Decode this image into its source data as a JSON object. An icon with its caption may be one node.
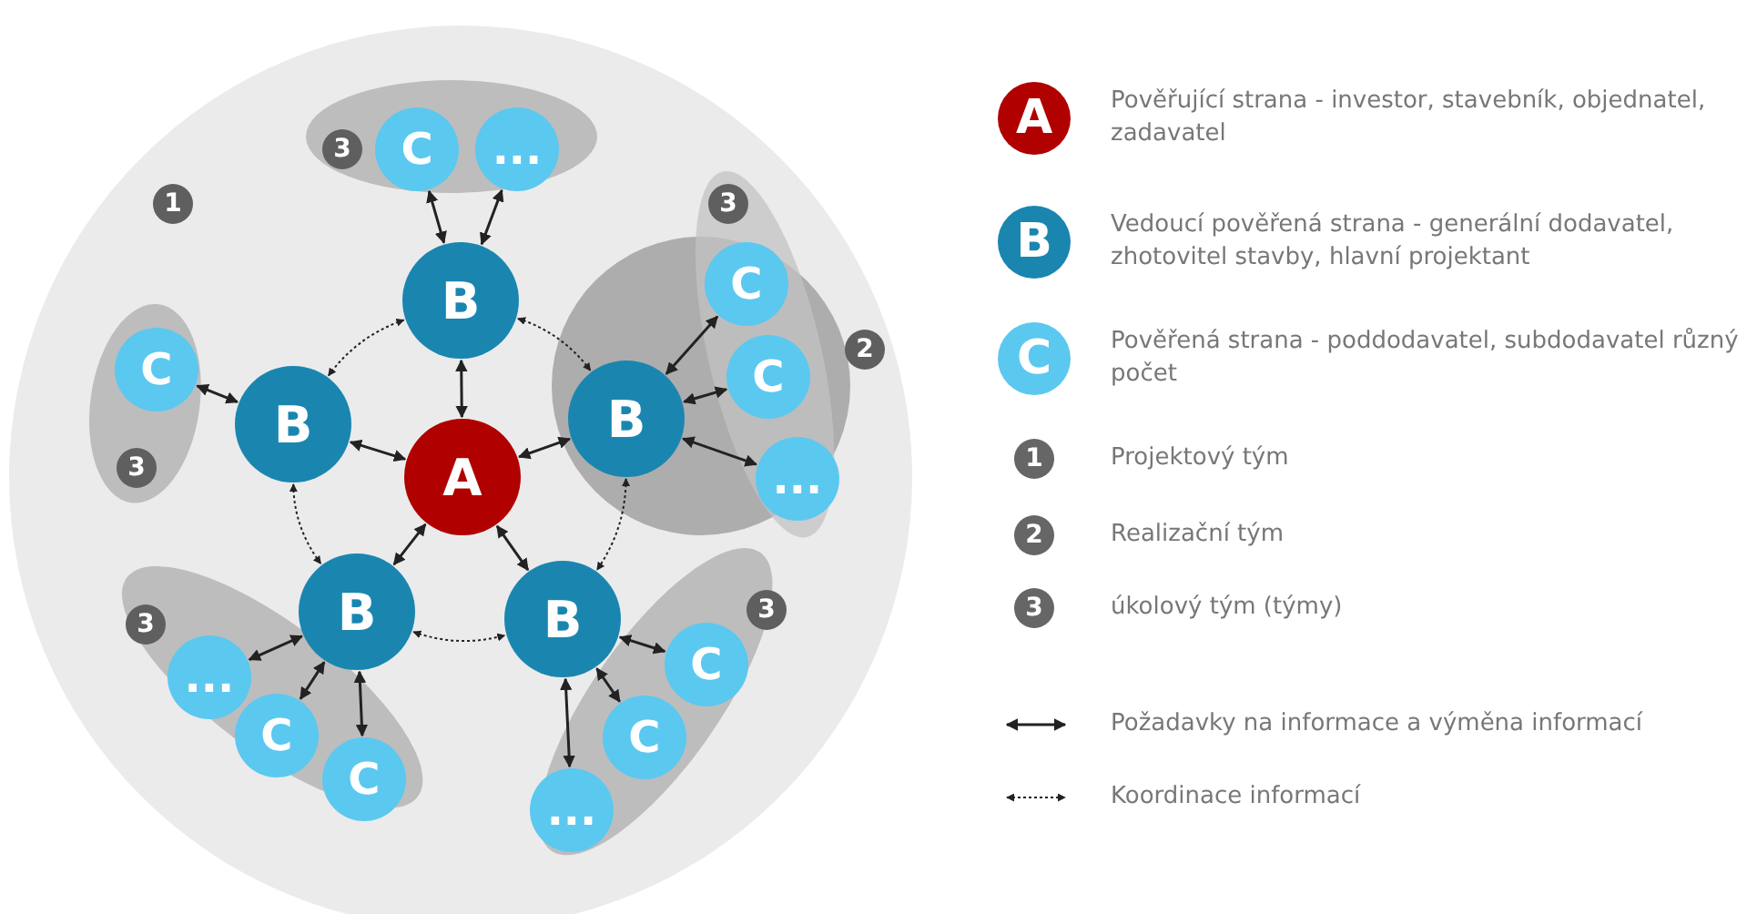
{
  "diagram": {
    "nodes": [
      {
        "text": [
          "1"
        ]
      },
      {
        "text": [
          "2"
        ],
        "in": 0
      },
      {
        "text": [
          "3"
        ],
        "in": 0
      },
      {
        "text": [
          "3"
        ],
        "in": 0
      },
      {
        "text": [
          "3"
        ],
        "in": 0
      },
      {
        "text": [
          "3"
        ],
        "in": 0
      },
      {
        "text": [
          "3"
        ],
        "in": 0
      },
      {
        "text": [
          "A"
        ],
        "in": 0
      },
      {
        "text": [
          "B"
        ],
        "in": 0
      },
      {
        "text": [
          "B"
        ],
        "in": 0
      },
      {
        "text": [
          "B"
        ],
        "in": 1
      },
      {
        "text": [
          "B"
        ],
        "in": 0
      },
      {
        "text": [
          "B"
        ],
        "in": 0
      },
      {
        "text": [
          "C"
        ],
        "in": 2
      },
      {
        "text": [
          "..."
        ],
        "in": 2
      },
      {
        "text": [
          "C"
        ],
        "in": 3
      },
      {
        "text": [
          "C"
        ],
        "in": 3
      },
      {
        "text": [
          "..."
        ],
        "in": 3
      },
      {
        "text": [
          "C"
        ],
        "in": 4
      },
      {
        "text": [
          "..."
        ],
        "in": 5
      },
      {
        "text": [
          "C"
        ],
        "in": 5
      },
      {
        "text": [
          "C"
        ],
        "in": 5
      },
      {
        "text": [
          "C"
        ],
        "in": 6
      },
      {
        "text": [
          "C"
        ],
        "in": 6
      },
      {
        "text": [
          "..."
        ],
        "in": 6
      }
    ],
    "edges": [
      {
        "from": 7,
        "to": 8,
        "arrow": "both"
      },
      {
        "from": 7,
        "to": 9,
        "arrow": "both"
      },
      {
        "from": 7,
        "to": 10,
        "arrow": "both"
      },
      {
        "from": 7,
        "to": 11,
        "arrow": "both"
      },
      {
        "from": 7,
        "to": 12,
        "arrow": "both"
      },
      {
        "from": 8,
        "to": 13,
        "arrow": "both"
      },
      {
        "from": 8,
        "to": 14,
        "arrow": "both"
      },
      {
        "from": 10,
        "to": 15,
        "arrow": "both"
      },
      {
        "from": 10,
        "to": 16,
        "arrow": "both"
      },
      {
        "from": 10,
        "to": 17,
        "arrow": "both"
      },
      {
        "from": 9,
        "to": 18,
        "arrow": "both"
      },
      {
        "from": 11,
        "to": 19,
        "arrow": "both"
      },
      {
        "from": 11,
        "to": 20,
        "arrow": "both"
      },
      {
        "from": 11,
        "to": 21,
        "arrow": "both"
      },
      {
        "from": 12,
        "to": 22,
        "arrow": "both"
      },
      {
        "from": 12,
        "to": 23,
        "arrow": "both"
      },
      {
        "from": 12,
        "to": 24,
        "arrow": "both"
      },
      {
        "from": 8,
        "to": 9,
        "arrow": "both",
        "style": "dashed"
      },
      {
        "from": 8,
        "to": 10,
        "arrow": "both",
        "style": "dashed"
      },
      {
        "from": 9,
        "to": 11,
        "arrow": "both",
        "style": "dashed"
      },
      {
        "from": 10,
        "to": 12,
        "arrow": "both",
        "style": "dashed"
      },
      {
        "from": 11,
        "to": 12,
        "arrow": "both",
        "style": "dashed"
      }
    ],
    "labels": [
      "A",
      "B",
      "C",
      "1",
      "2",
      "3"
    ],
    "legend": [
      {
        "text": "Pověřující strana - investor, stavebník, objednatel, zadavatel",
        "color": "#b00000"
      },
      {
        "text": "Vedoucí pověřená strana - generální dodavatel, zhotovitel stavby, hlavní projektant",
        "color": "#1a86b0"
      },
      {
        "text": "Pověřená strana - poddodavatel, subdodavatel různý počet",
        "color": "#5bc8f0"
      },
      {
        "text": "Projektový tým",
        "color": "#666666"
      },
      {
        "text": "Realizační tým",
        "color": "#666666"
      },
      {
        "text": "úkolový tým (týmy)",
        "color": "#666666"
      },
      {
        "text": "Požadavky na informace a výměna informací"
      },
      {
        "text": "Koordinace informací"
      }
    ]
  }
}
